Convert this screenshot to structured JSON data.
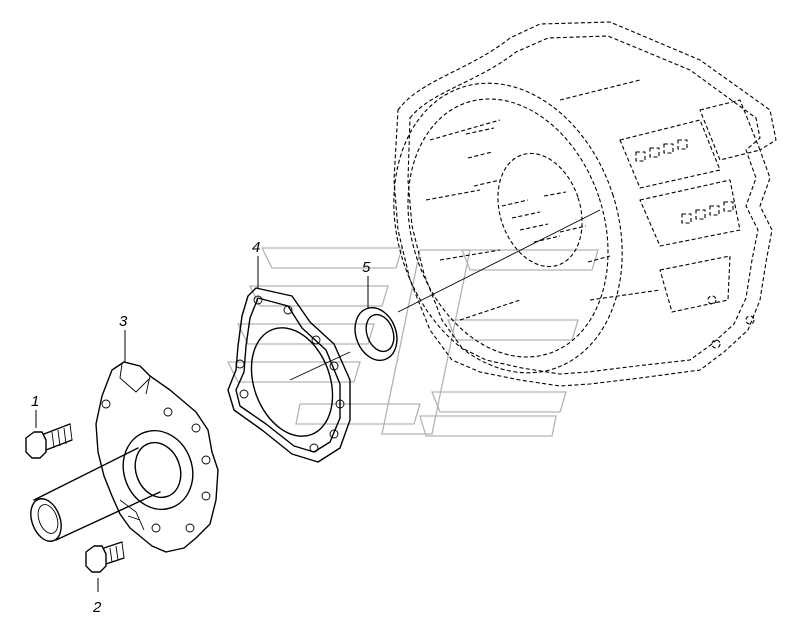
{
  "callouts": [
    {
      "id": "1",
      "text": "1"
    },
    {
      "id": "2",
      "text": "2"
    },
    {
      "id": "3",
      "text": "3"
    },
    {
      "id": "4",
      "text": "4"
    },
    {
      "id": "5",
      "text": "5"
    }
  ],
  "colors": {
    "line": "#000000",
    "watermark": "#b3b3b3",
    "background": "#ffffff"
  }
}
